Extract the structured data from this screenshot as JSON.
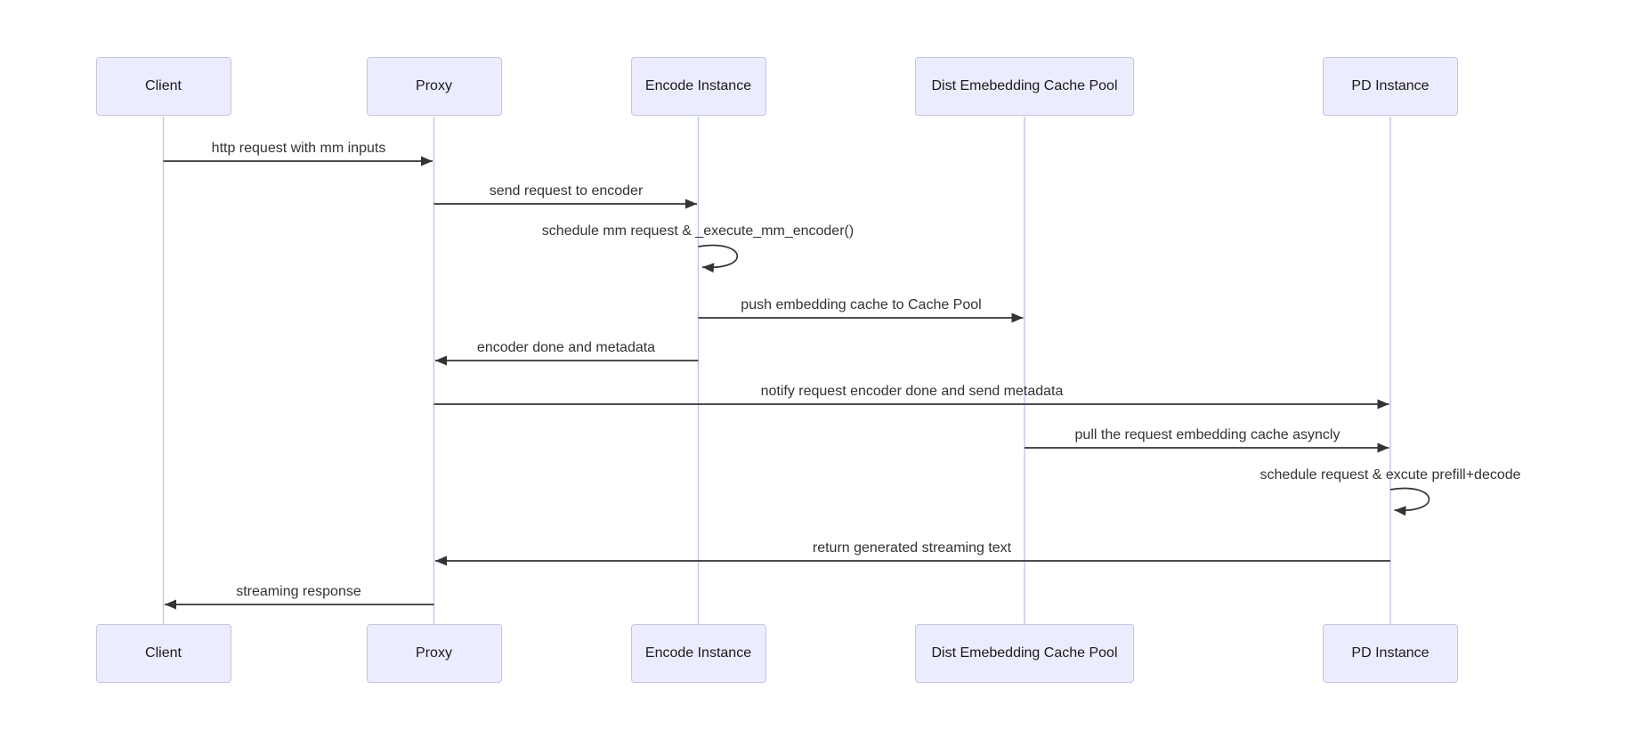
{
  "diagram": {
    "type": "sequence-diagram",
    "actors": [
      {
        "id": "client",
        "label": "Client"
      },
      {
        "id": "proxy",
        "label": "Proxy"
      },
      {
        "id": "encode",
        "label": "Encode Instance"
      },
      {
        "id": "cachepool",
        "label": "Dist Emebedding Cache Pool"
      },
      {
        "id": "pd",
        "label": "PD Instance"
      }
    ],
    "messages": [
      {
        "from": "Client",
        "to": "Proxy",
        "text": "http request with mm inputs",
        "self": false
      },
      {
        "from": "Proxy",
        "to": "Encode Instance",
        "text": "send request to encoder",
        "self": false
      },
      {
        "from": "Encode Instance",
        "to": "Encode Instance",
        "text": "schedule mm request & _execute_mm_encoder()",
        "self": true
      },
      {
        "from": "Encode Instance",
        "to": "Dist Emebedding Cache Pool",
        "text": "push embedding cache to Cache Pool",
        "self": false
      },
      {
        "from": "Encode Instance",
        "to": "Proxy",
        "text": "encoder done and metadata",
        "self": false
      },
      {
        "from": "Proxy",
        "to": "PD Instance",
        "text": "notify request encoder done and send metadata",
        "self": false
      },
      {
        "from": "Dist Emebedding Cache Pool",
        "to": "PD Instance",
        "text": "pull the request embedding cache asyncly",
        "self": false
      },
      {
        "from": "PD Instance",
        "to": "PD Instance",
        "text": "schedule request & excute prefill+decode",
        "self": true
      },
      {
        "from": "PD Instance",
        "to": "Proxy",
        "text": "return generated streaming text",
        "self": false
      },
      {
        "from": "Proxy",
        "to": "Client",
        "text": "streaming response",
        "self": false
      }
    ],
    "colors": {
      "actor_fill": "#ECECFF",
      "actor_border": "#C4C4E4",
      "lifeline": "#C8C8E8",
      "arrow": "#333333",
      "text": "#333333",
      "background": "#FFFFFF"
    }
  }
}
